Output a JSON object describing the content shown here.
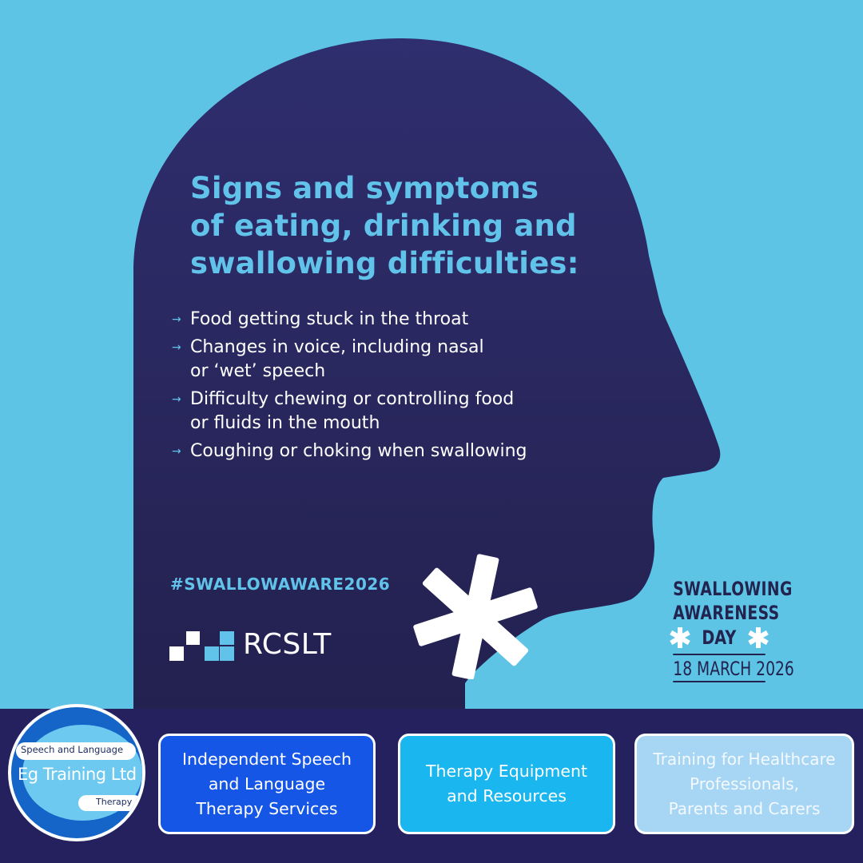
{
  "poster": {
    "title_lines": [
      "Signs and symptoms",
      "of eating, drinking and",
      "swallowing difficulties:"
    ],
    "bullets": [
      {
        "lines": [
          "Food getting stuck in the throat"
        ]
      },
      {
        "lines": [
          "Changes in voice, including nasal",
          "or ‘wet’ speech"
        ]
      },
      {
        "lines": [
          "Difficulty chewing or controlling food",
          "or fluids in the mouth"
        ]
      },
      {
        "lines": [
          "Coughing or choking when swallowing"
        ]
      }
    ],
    "bullet_icon": "arrow-right-icon",
    "hashtag": "#SWALLOWAWARE2026",
    "rcslt_wordmark": "RCSLT",
    "awareness": {
      "line1": "SWALLOWING",
      "line2": "AWARENESS",
      "line3": "DAY",
      "date": "18 MARCH 2026"
    }
  },
  "footer": {
    "logo": {
      "top_text": "Speech and Language",
      "main_text": "Eg Training Ltd",
      "bottom_text": "Therapy"
    },
    "cards": [
      {
        "lines": [
          "Independent Speech",
          "and Language",
          "Therapy Services"
        ]
      },
      {
        "lines": [
          "Therapy Equipment",
          "and Resources"
        ]
      },
      {
        "lines": [
          "Training for Healthcare",
          "Professionals,",
          "Parents and Carers"
        ]
      }
    ]
  },
  "colors": {
    "background": "#5ec4e6",
    "head": "#2b2a63",
    "title": "#62c3ea",
    "footer": "#24215e",
    "card1": "#1656e6",
    "card2": "#19b6ef",
    "card3": "#a6d6f3",
    "awareness_text": "#23234f"
  }
}
